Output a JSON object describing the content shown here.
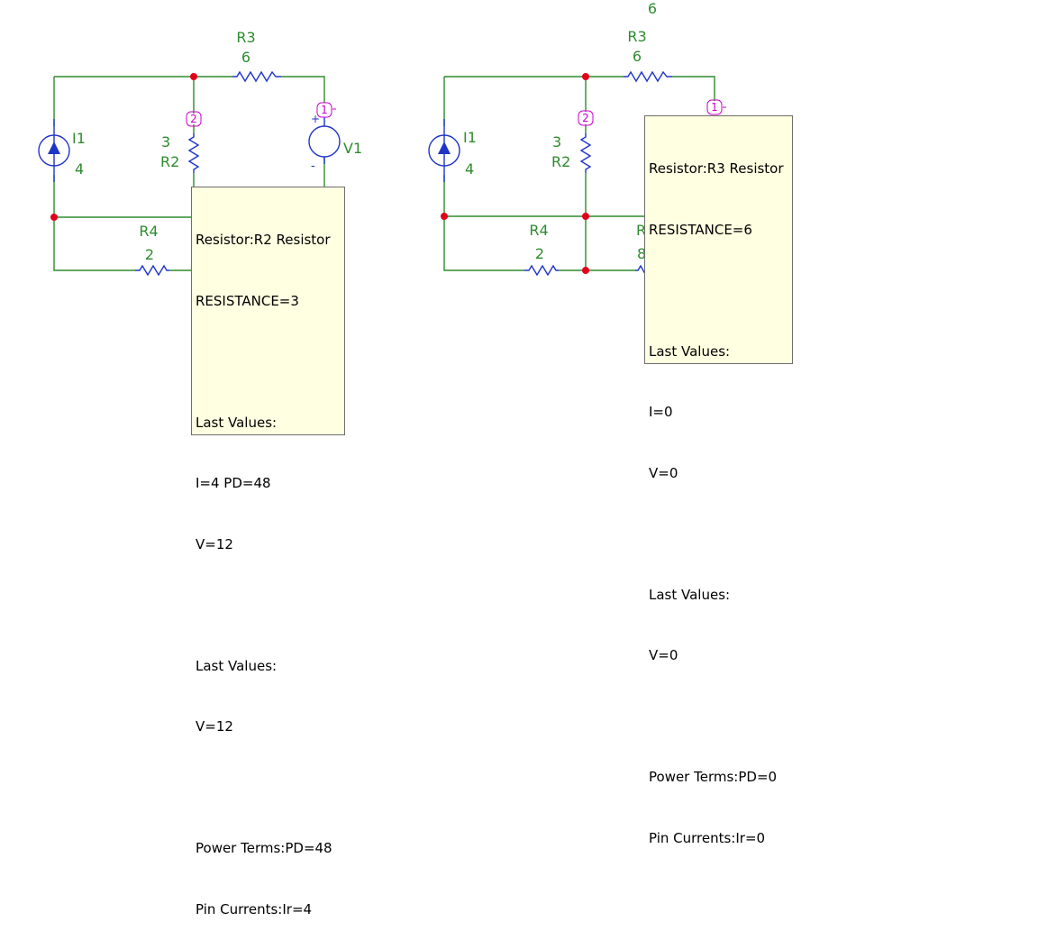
{
  "colors": {
    "wire": "#2e8b2e",
    "component": "#1f35c7",
    "node": "#e0001a",
    "pin": "#cc00cc",
    "tooltip_bg": "#ffffe1"
  },
  "left_circuit": {
    "I1": {
      "name": "I1",
      "value": "4"
    },
    "R2": {
      "name": "R2",
      "value": "3",
      "pin": "2"
    },
    "R3": {
      "name": "R3",
      "value": "6"
    },
    "R4": {
      "name": "R4",
      "value": "2"
    },
    "V1": {
      "name": "V1",
      "pin": "1",
      "plus": "+",
      "minus": "-"
    }
  },
  "right_circuit": {
    "stray_label": "6",
    "I1": {
      "name": "I1",
      "value": "4"
    },
    "R2": {
      "name": "R2",
      "value": "3",
      "pin": "2"
    },
    "R3": {
      "name": "R3",
      "value": "6",
      "pin": "1"
    },
    "R4": {
      "name": "R4",
      "value": "2"
    },
    "R5_partial": {
      "name": "R",
      "value": "8"
    }
  },
  "tooltip_r2": {
    "lines": [
      "Resistor:R2 Resistor",
      "RESISTANCE=3",
      "",
      "Last Values:",
      "I=4 PD=48",
      "V=12",
      "",
      "Last Values:",
      "V=12",
      "",
      "Power Terms:PD=48",
      "Pin Currents:Ir=4"
    ]
  },
  "tooltip_r3": {
    "lines": [
      "Resistor:R3 Resistor",
      "RESISTANCE=6",
      "",
      "Last Values:",
      "I=0",
      "V=0",
      "",
      "Last Values:",
      "V=0",
      "",
      "Power Terms:PD=0",
      "Pin Currents:Ir=0"
    ]
  }
}
